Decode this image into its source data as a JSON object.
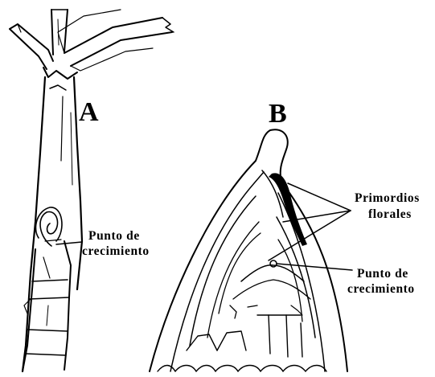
{
  "panels": {
    "a": {
      "letter": "A",
      "label": {
        "line1": "Punto de",
        "line2": "crecimiento"
      }
    },
    "b": {
      "letter": "B",
      "primordia_label": {
        "line1": "Primordios",
        "line2": "florales"
      },
      "growth_label": {
        "line1": "Punto de",
        "line2": "crecimiento"
      }
    }
  },
  "colors": {
    "ink": "#000000",
    "background": "#ffffff"
  }
}
